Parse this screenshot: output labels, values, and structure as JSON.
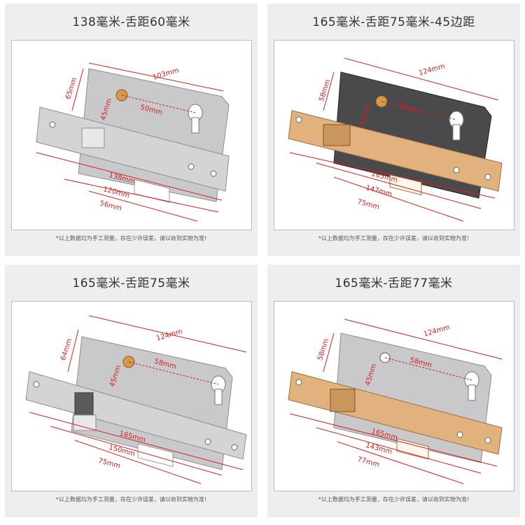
{
  "colors": {
    "panel_bg": "#eeeeee",
    "dimension_red": "#d42020",
    "silver_plate": "#d4d4d6",
    "steel_case": "#c9c9cc",
    "black_case": "#4a4a4c",
    "gold_plate": "#e2b27e",
    "brass_cam": "#d49a4a"
  },
  "panels": [
    {
      "title": "138毫米-舌距60毫米",
      "finish": "silver",
      "dims": {
        "case_width": "103mm",
        "case_height": "65mm",
        "backset_v": "45mm",
        "cam_to_cyl": "50mm",
        "overall": "138mm",
        "mid": "120mm",
        "short": "56mm"
      },
      "note": "*以上数据均为手工测量，存在少许误差，请以收到实物为准!"
    },
    {
      "title": "165毫米-舌距75毫米-45边距",
      "finish": "gold-black",
      "dims": {
        "case_width": "124mm",
        "case_height": "58mm",
        "backset_v": "40mm",
        "cam_to_cyl": "58mm",
        "overall": "165mm",
        "mid": "147mm",
        "short": "75mm"
      },
      "note": "*以上数据均为手工测量，存在少许误差，请以收到实物为准!"
    },
    {
      "title": "165毫米-舌距75毫米",
      "finish": "silver",
      "dims": {
        "case_width": "124mm",
        "case_height": "64mm",
        "backset_v": "45mm",
        "cam_to_cyl": "58mm",
        "overall": "165mm",
        "mid": "150mm",
        "short": "75mm"
      },
      "note": "*以上数据均为手工测量，存在少许误差，请以收到实物为准!"
    },
    {
      "title": "165毫米-舌距77毫米",
      "finish": "gold",
      "dims": {
        "case_width": "124mm",
        "case_height": "58mm",
        "backset_v": "45mm",
        "cam_to_cyl": "58mm",
        "overall": "165mm",
        "mid": "143mm",
        "short": "77mm"
      },
      "note": "*以上数据均为手工测量，存在少许误差，请以收到实物为准!"
    }
  ]
}
